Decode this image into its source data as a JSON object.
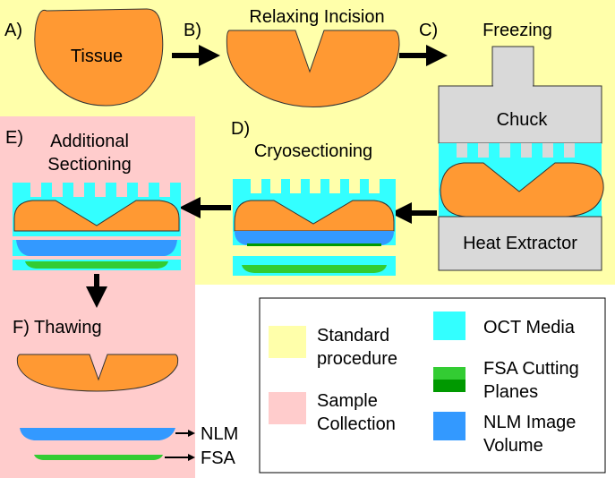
{
  "colors": {
    "standard": "#ffffaa",
    "sample": "#ffcccc",
    "tissue": "#ff9933",
    "oct": "#33ffff",
    "fsa_light": "#33cc33",
    "fsa_dark": "#009900",
    "nlm": "#3399ff",
    "chuck": "#d9d9d9",
    "outline": "#333333"
  },
  "steps": {
    "a": {
      "letter": "A)",
      "label": "Tissue"
    },
    "b": {
      "letter": "B)",
      "label": "Relaxing Incision"
    },
    "c": {
      "letter": "C)",
      "label": "Freezing"
    },
    "d": {
      "letter": "D)",
      "label": "Cryosectioning"
    },
    "e": {
      "letter": "E)",
      "label_line1": "Additional",
      "label_line2": "Sectioning"
    },
    "f": {
      "letter": "F)",
      "label": "Thawing"
    }
  },
  "freezer": {
    "chuck": "Chuck",
    "heat_extractor": "Heat Extractor"
  },
  "outputs": {
    "nlm": "NLM",
    "fsa": "FSA"
  },
  "legend": {
    "standard_line1": "Standard",
    "standard_line2": "procedure",
    "sample_line1": "Sample",
    "sample_line2": "Collection",
    "oct": "OCT Media",
    "fsa_line1": "FSA Cutting",
    "fsa_line2": "Planes",
    "nlm_line1": "NLM Image",
    "nlm_line2": "Volume"
  }
}
